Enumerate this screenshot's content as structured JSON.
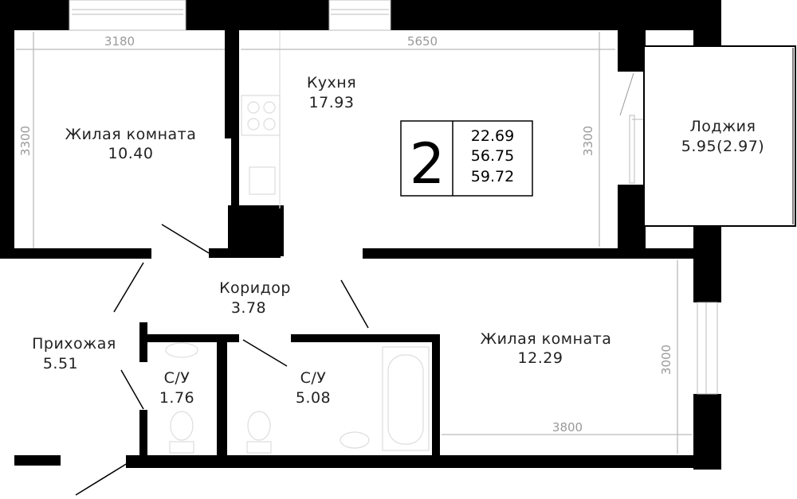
{
  "rooms": [
    {
      "name": "Жилая комната",
      "area": "10.40"
    },
    {
      "name": "Кухня",
      "area": "17.93"
    },
    {
      "name": "Лоджия",
      "area": "5.95(2.97)"
    },
    {
      "name": "Коридор",
      "area": "3.78"
    },
    {
      "name": "Прихожая",
      "area": "5.51"
    },
    {
      "name": "С/У",
      "area": "1.76"
    },
    {
      "name": "С/У",
      "area": "5.08"
    },
    {
      "name": "Жилая комната",
      "area": "12.29"
    }
  ],
  "dimensions": {
    "room1_width": "3180",
    "room1_height": "3300",
    "kitchen_width": "5650",
    "kitchen_height": "3300",
    "room2_width": "3800",
    "room2_height": "3000"
  },
  "summary": {
    "rooms_count": "2",
    "living_area": "22.69",
    "total_area": "56.75",
    "total_with_loggia": "59.72"
  }
}
